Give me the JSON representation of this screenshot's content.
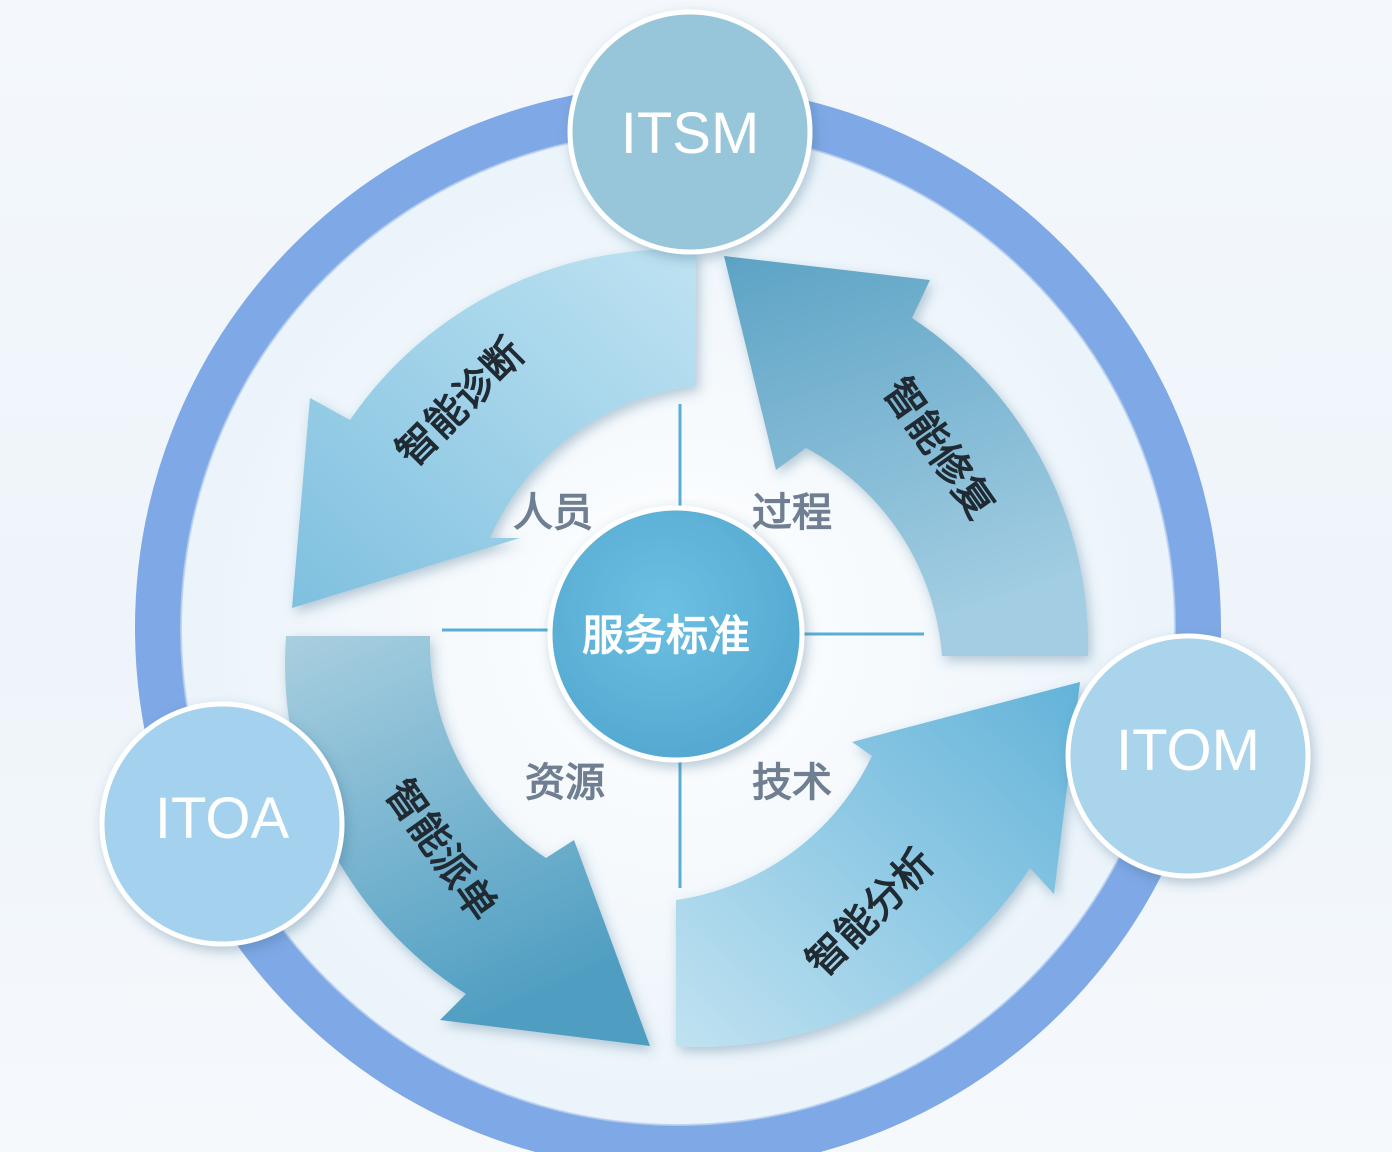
{
  "diagram": {
    "center": {
      "label": "服务标准"
    },
    "hubs": [
      {
        "id": "itsm",
        "label": "ITSM"
      },
      {
        "id": "itom",
        "label": "ITOM"
      },
      {
        "id": "itoa",
        "label": "ITOA"
      }
    ],
    "arrows": [
      {
        "id": "diagnose",
        "label": "智能诊断"
      },
      {
        "id": "repair",
        "label": "智能修复"
      },
      {
        "id": "analysis",
        "label": "智能分析"
      },
      {
        "id": "dispatch",
        "label": "智能派单"
      }
    ],
    "quadrants": [
      {
        "id": "people",
        "label": "人员"
      },
      {
        "id": "process",
        "label": "过程"
      },
      {
        "id": "resource",
        "label": "资源"
      },
      {
        "id": "technology",
        "label": "技术"
      }
    ]
  },
  "colors": {
    "ring": "#7fa8e6",
    "hub_itsm": "#97c6da",
    "hub_itom": "#a9d4ec",
    "hub_itoa": "#a3d1ee",
    "center": "#62b5da",
    "cross_line": "#5aaed5",
    "arrow_light": "#a8d6ea",
    "arrow_dark": "#5aa3c4"
  }
}
